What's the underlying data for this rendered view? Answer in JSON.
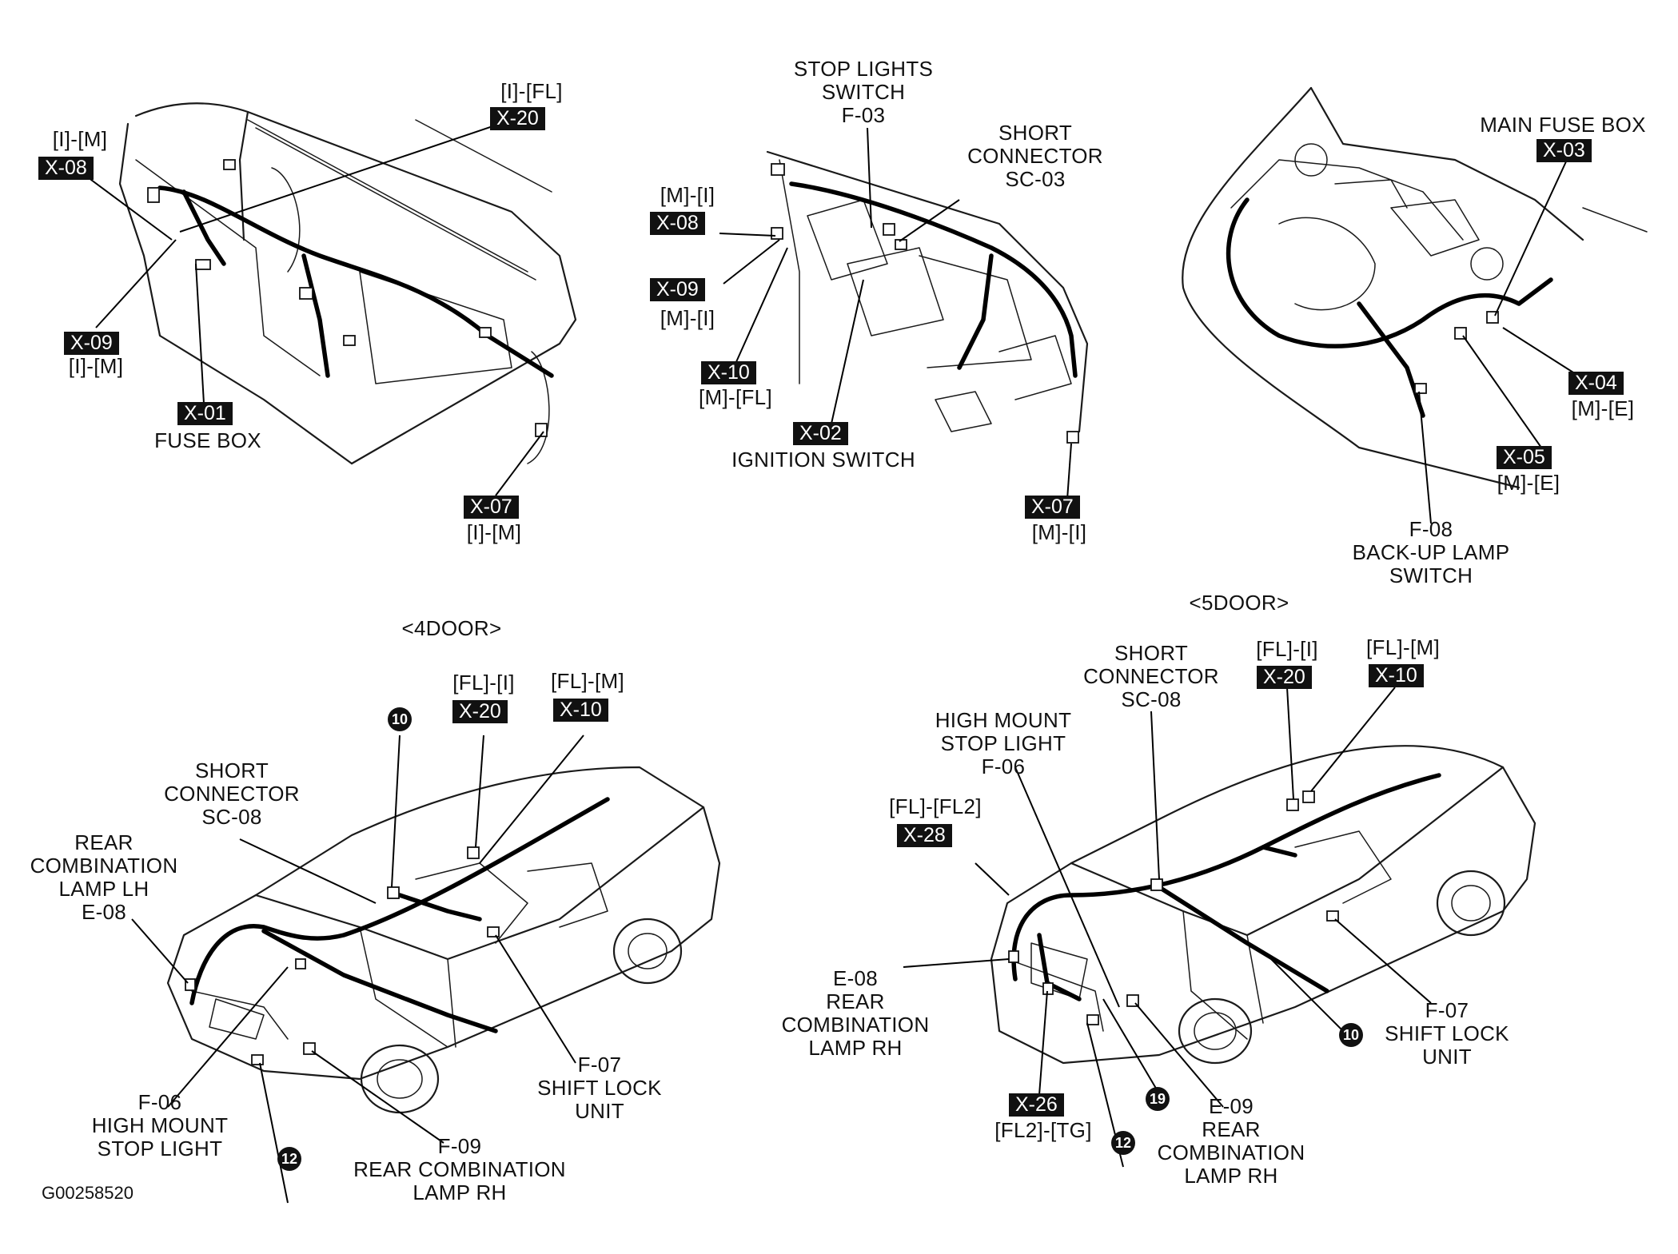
{
  "colors": {
    "ink": "#111111",
    "paper": "#ffffff"
  },
  "sections": {
    "four_door": "<4DOOR>",
    "five_door": "<5DOOR>"
  },
  "labels": {
    "dash_il_fl": "[I]-[FL]",
    "dash_x20": "X-20",
    "dash_im_top": "[I]-[M]",
    "dash_x08": "X-08",
    "dash_x09": "X-09",
    "dash_im_mid": "[I]-[M]",
    "dash_x01": "X-01",
    "dash_fusebox": "FUSE BOX",
    "dash_x07": "X-07",
    "dash_im_bot": "[I]-[M]",
    "steer_stoplights_1": "STOP LIGHTS",
    "steer_stoplights_2": "SWITCH",
    "steer_stoplights_3": "F-03",
    "steer_short_1": "SHORT",
    "steer_short_2": "CONNECTOR",
    "steer_short_3": "SC-03",
    "steer_mi_top": "[M]-[I]",
    "steer_x08": "X-08",
    "steer_x09": "X-09",
    "steer_mi_mid": "[M]-[I]",
    "steer_x10": "X-10",
    "steer_mfl": "[M]-[FL]",
    "steer_x02": "X-02",
    "steer_ignition": "IGNITION SWITCH",
    "steer_x07": "X-07",
    "steer_mi_bot": "[M]-[I]",
    "eng_mainfuse": "MAIN FUSE BOX",
    "eng_x03": "X-03",
    "eng_x04": "X-04",
    "eng_me_1": "[M]-[E]",
    "eng_x05": "X-05",
    "eng_me_2": "[M]-[E]",
    "eng_backup_1": "F-08",
    "eng_backup_2": "BACK-UP LAMP",
    "eng_backup_3": "SWITCH",
    "fd_short_1": "SHORT",
    "fd_short_2": "CONNECTOR",
    "fd_short_3": "SC-08",
    "fd_fli": "[FL]-[I]",
    "fd_x20": "X-20",
    "fd_flm": "[FL]-[M]",
    "fd_x10": "X-10",
    "fd_c10": "10",
    "fd_rear_lh_1": "REAR",
    "fd_rear_lh_2": "COMBINATION",
    "fd_rear_lh_3": "LAMP LH",
    "fd_rear_lh_4": "E-08",
    "fd_f06_1": "F-06",
    "fd_f06_2": "HIGH MOUNT",
    "fd_f06_3": "STOP LIGHT",
    "fd_c12": "12",
    "fd_f09_1": "F-09",
    "fd_f09_2": "REAR COMBINATION",
    "fd_f09_3": "LAMP RH",
    "fd_f07_1": "F-07",
    "fd_f07_2": "SHIFT LOCK",
    "fd_f07_3": "UNIT",
    "fv_short_1": "SHORT",
    "fv_short_2": "CONNECTOR",
    "fv_short_3": "SC-08",
    "fv_fli": "[FL]-[I]",
    "fv_x20": "X-20",
    "fv_flm": "[FL]-[M]",
    "fv_x10": "X-10",
    "fv_hm_1": "HIGH MOUNT",
    "fv_hm_2": "STOP LIGHT",
    "fv_hm_3": "F-06",
    "fv_flfl2": "[FL]-[FL2]",
    "fv_x28": "X-28",
    "fv_e08_1": "E-08",
    "fv_e08_2": "REAR",
    "fv_e08_3": "COMBINATION",
    "fv_e08_4": "LAMP RH",
    "fv_x26": "X-26",
    "fv_fl2tg": "[FL2]-[TG]",
    "fv_c12": "12",
    "fv_c19": "19",
    "fv_c10": "10",
    "fv_e09_1": "E-09",
    "fv_e09_2": "REAR",
    "fv_e09_3": "COMBINATION",
    "fv_e09_4": "LAMP RH",
    "fv_f07_1": "F-07",
    "fv_f07_2": "SHIFT LOCK",
    "fv_f07_3": "UNIT"
  },
  "figure_id": "G00258520"
}
